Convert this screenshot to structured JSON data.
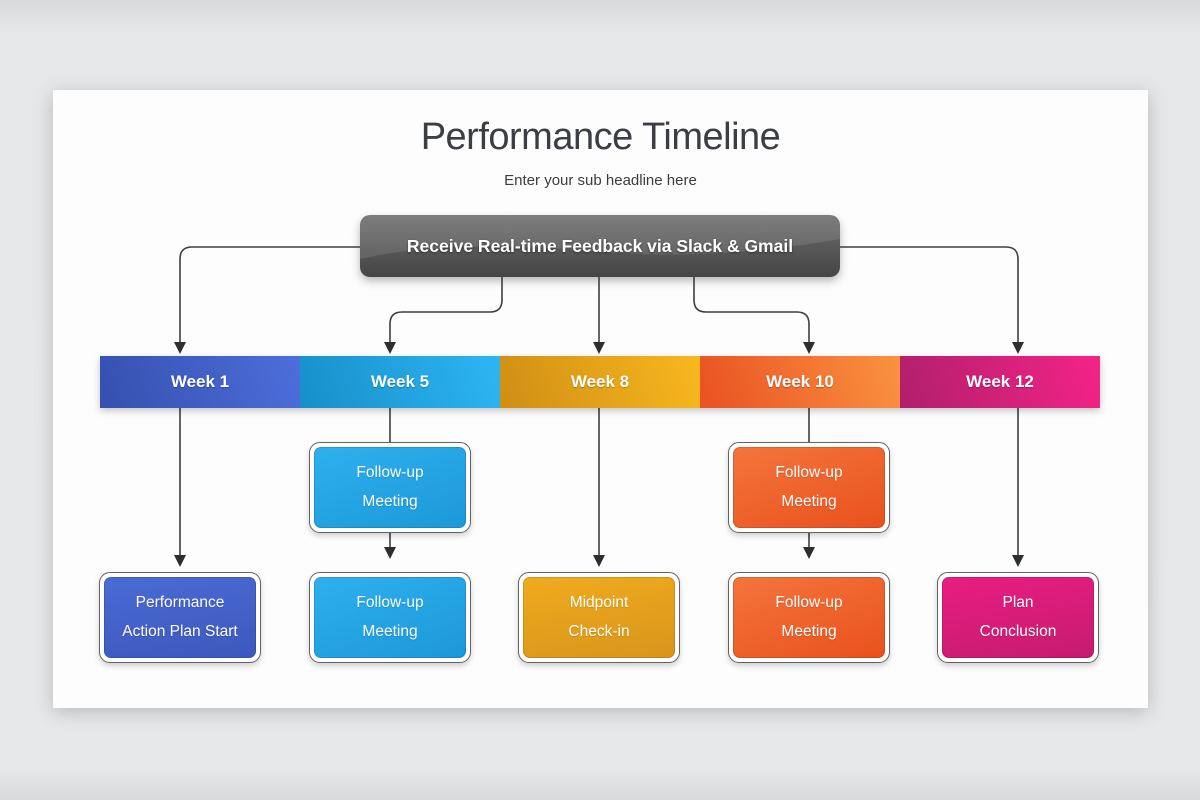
{
  "slide": {
    "title": "Performance Timeline",
    "subtitle": "Enter your sub headline here",
    "banner": {
      "label": "Receive Real-time Feedback via Slack & Gmail",
      "color_from": "#6d6d6d",
      "color_to": "#454545"
    },
    "connector_color": "#3f3f3f",
    "weeks": [
      {
        "label": "Week 1",
        "color_from": "#3550ae",
        "color_to": "#4d6edb"
      },
      {
        "label": "Week 5",
        "color_from": "#178fc9",
        "color_to": "#2db6f4"
      },
      {
        "label": "Week 8",
        "color_from": "#d08e14",
        "color_to": "#f8b81f"
      },
      {
        "label": "Week 10",
        "color_from": "#e95122",
        "color_to": "#fa9340"
      },
      {
        "label": "Week 12",
        "color_from": "#b01f6c",
        "color_to": "#f52387"
      }
    ],
    "mid_boxes": [
      {
        "line1": "Follow-up",
        "line2": "Meeting",
        "color_from": "#2fb0ee",
        "color_to": "#1b98d8"
      },
      {
        "line1": "Follow-up",
        "line2": "Meeting",
        "color_from": "#f4753c",
        "color_to": "#e9511d"
      }
    ],
    "bottom_boxes": [
      {
        "line1": "Performance",
        "line2": "Action Plan Start",
        "color_from": "#4b6bd3",
        "color_to": "#3c58bd"
      },
      {
        "line1": "Follow-up",
        "line2": "Meeting",
        "color_from": "#2fb0ee",
        "color_to": "#1b98d8"
      },
      {
        "line1": "Midpoint",
        "line2": "Check-in",
        "color_from": "#f0ab1e",
        "color_to": "#d8951a"
      },
      {
        "line1": "Follow-up",
        "line2": "Meeting",
        "color_from": "#f4753c",
        "color_to": "#e9511d"
      },
      {
        "line1": "Plan",
        "line2": "Conclusion",
        "color_from": "#e91d81",
        "color_to": "#c51b6f"
      }
    ]
  }
}
